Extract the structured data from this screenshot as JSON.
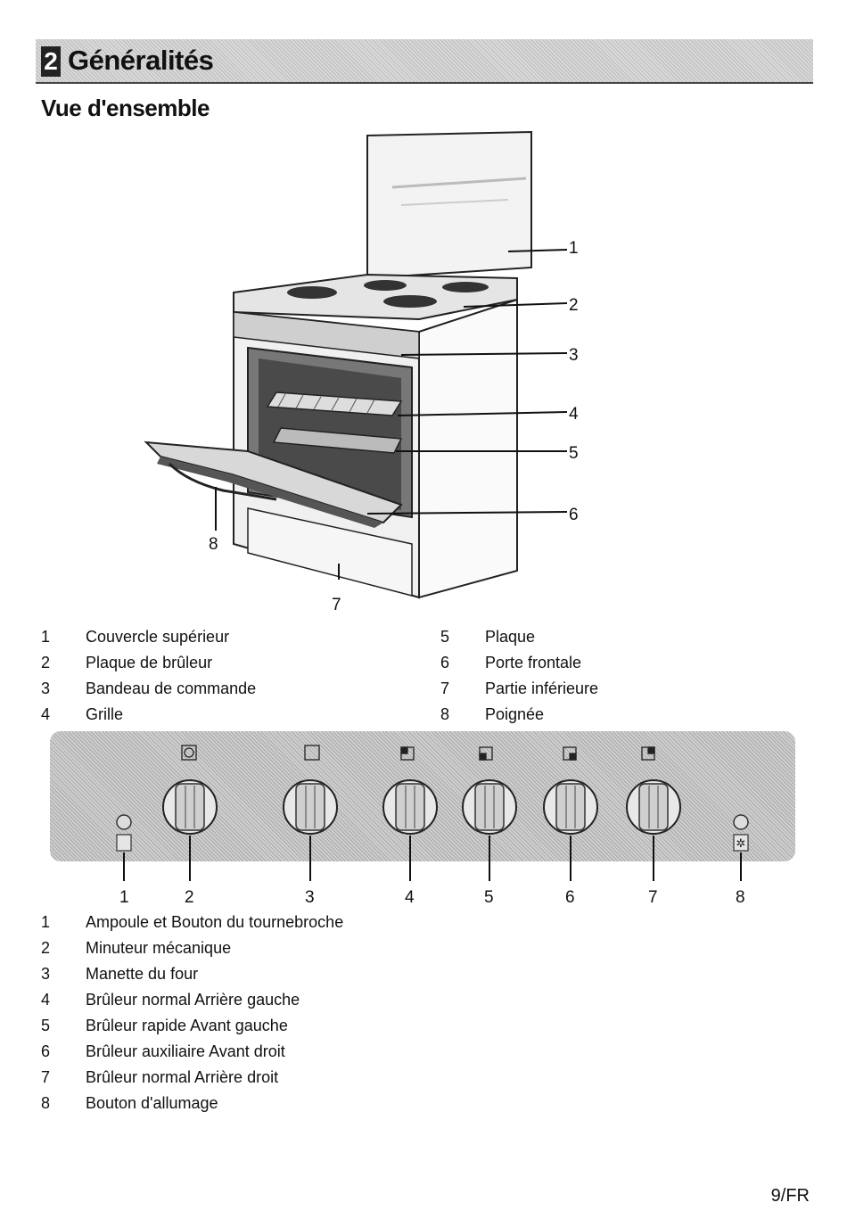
{
  "header": {
    "section_number": "2",
    "section_title": "Généralités"
  },
  "overview_title": "Vue d'ensemble",
  "oven_callouts": [
    "1",
    "2",
    "3",
    "4",
    "5",
    "6",
    "7",
    "8"
  ],
  "oven_legend": [
    {
      "num": "1",
      "label": "Couvercle supérieur"
    },
    {
      "num": "2",
      "label": "Plaque de brûleur"
    },
    {
      "num": "3",
      "label": "Bandeau de commande"
    },
    {
      "num": "4",
      "label": "Grille"
    },
    {
      "num": "5",
      "label": "Plaque"
    },
    {
      "num": "6",
      "label": "Porte frontale"
    },
    {
      "num": "7",
      "label": "Partie inférieure"
    },
    {
      "num": "8",
      "label": "Poignée"
    }
  ],
  "panel_callouts": [
    "1",
    "2",
    "3",
    "4",
    "5",
    "6",
    "7",
    "8"
  ],
  "panel_legend": [
    {
      "num": "1",
      "label": "Ampoule et Bouton du tournebroche"
    },
    {
      "num": "2",
      "label": "Minuteur mécanique"
    },
    {
      "num": "3",
      "label": "Manette du four"
    },
    {
      "num": "4",
      "label": "Brûleur normal Arrière gauche"
    },
    {
      "num": "5",
      "label": "Brûleur rapide Avant gauche"
    },
    {
      "num": "6",
      "label": "Brûleur auxiliaire Avant droit"
    },
    {
      "num": "7",
      "label": "Brûleur normal Arrière droit"
    },
    {
      "num": "8",
      "label": "Bouton d'allumage"
    }
  ],
  "page_number": "9/FR"
}
